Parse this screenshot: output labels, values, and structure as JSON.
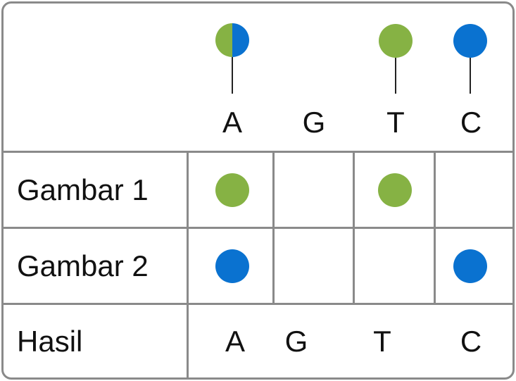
{
  "colors": {
    "green": "#86b244",
    "blue": "#0a72d0",
    "grid": "#8a8a8a"
  },
  "header": {
    "letters": [
      "A",
      "G",
      "T",
      "C"
    ]
  },
  "rows": {
    "gambar1": {
      "label": "Gambar 1"
    },
    "gambar2": {
      "label": "Gambar 2"
    },
    "hasil": {
      "label": "Hasil",
      "letters": [
        "A",
        "G",
        "T",
        "C"
      ]
    }
  }
}
